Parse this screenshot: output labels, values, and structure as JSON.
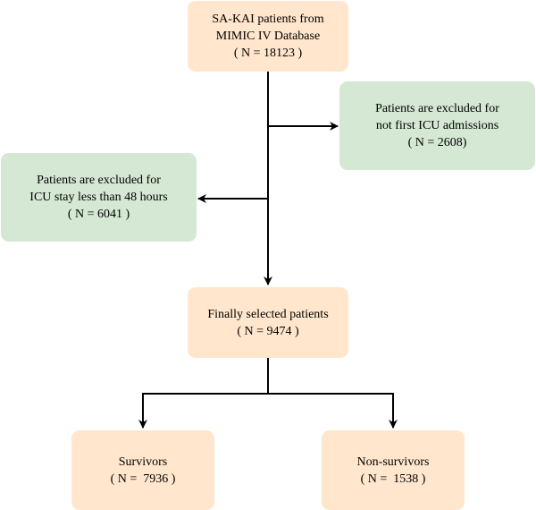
{
  "boxes": {
    "source": {
      "line1": "SA-KAI patients from",
      "line2": "MIMIC IV Database",
      "line3": "( N = 18123 )"
    },
    "exclude_first_icu": {
      "line1": "Patients are excluded for",
      "line2": "not first ICU admissions",
      "line3": "( N = 2608)"
    },
    "exclude_icu_stay": {
      "line1": "Patients are excluded for",
      "line2": "ICU stay less than 48 hours",
      "line3": "( N = 6041 )"
    },
    "final": {
      "line1": "Finally selected patients",
      "line2": "( N = 9474 )"
    },
    "survivors": {
      "line1": "Survivors",
      "line2": "( N =  7936 )"
    },
    "non_survivors": {
      "line1": "Non-survivors",
      "line2": "( N =  1538 )"
    }
  },
  "colors": {
    "orange_box": "#ffe6cc",
    "green_box": "#d5e8d4",
    "connector": "#000000"
  }
}
